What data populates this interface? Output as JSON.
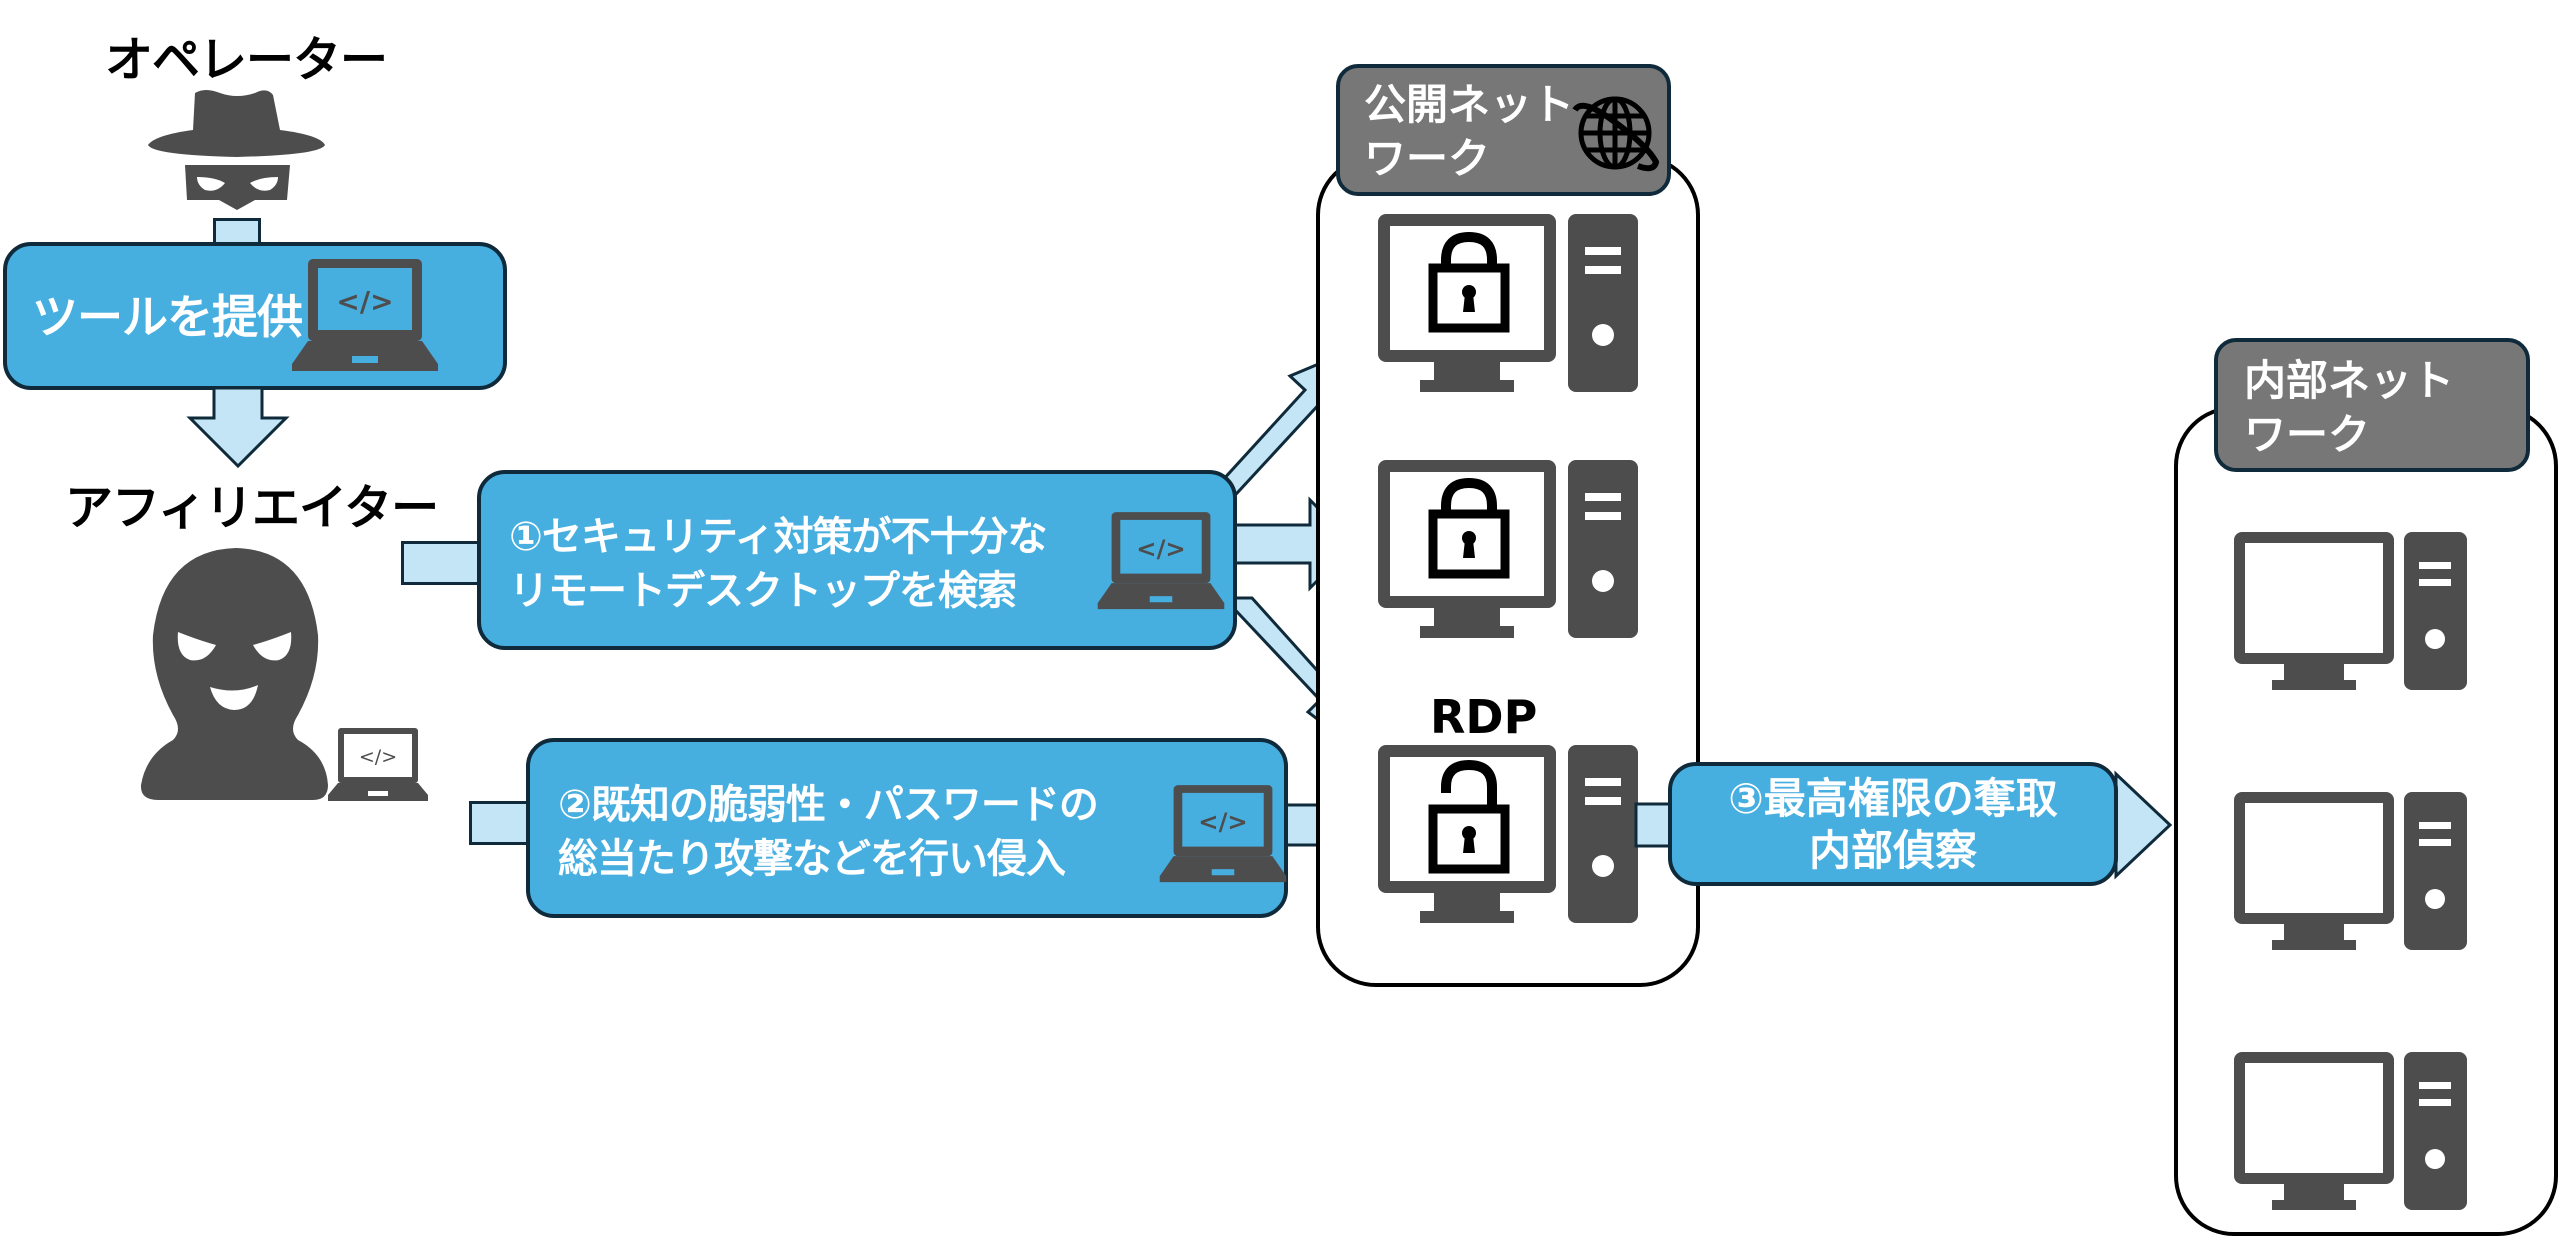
{
  "actors": {
    "operator": {
      "label": "オペレーター",
      "icon": "hat-mask-hacker-icon"
    },
    "affiliate": {
      "label": "アフィリエイター",
      "icon": "balaclava-hacker-icon"
    }
  },
  "steps": {
    "provide_tool": {
      "label": "ツールを提供",
      "icon": "laptop-code-icon"
    },
    "step1": {
      "line1": "①セキュリティ対策が不十分な",
      "line2": "リモートデスクトップを検索",
      "icon": "laptop-code-icon"
    },
    "step2": {
      "line1": "②既知の脆弱性・パスワードの",
      "line2": "総当たり攻撃などを行い侵入",
      "icon": "laptop-code-icon"
    },
    "step3": {
      "line1": "③最高権限の奪取",
      "line2": "内部偵察"
    }
  },
  "networks": {
    "public": {
      "label_line1": "公開ネット",
      "label_line2": "ワーク",
      "icon": "globe-icon",
      "computers": [
        {
          "lock": "locked"
        },
        {
          "lock": "locked"
        },
        {
          "lock": "unlocked",
          "label": "RDP"
        }
      ]
    },
    "internal": {
      "label_line1": "内部ネット",
      "label_line2": "ワーク",
      "computers": [
        {},
        {},
        {}
      ]
    }
  },
  "colors": {
    "box_fill": "#47aee0",
    "arrow_fill": "#c4e5f5",
    "outline": "#0f2a3a",
    "icon_gray": "#4d4d4d",
    "label_gray": "#777777"
  }
}
